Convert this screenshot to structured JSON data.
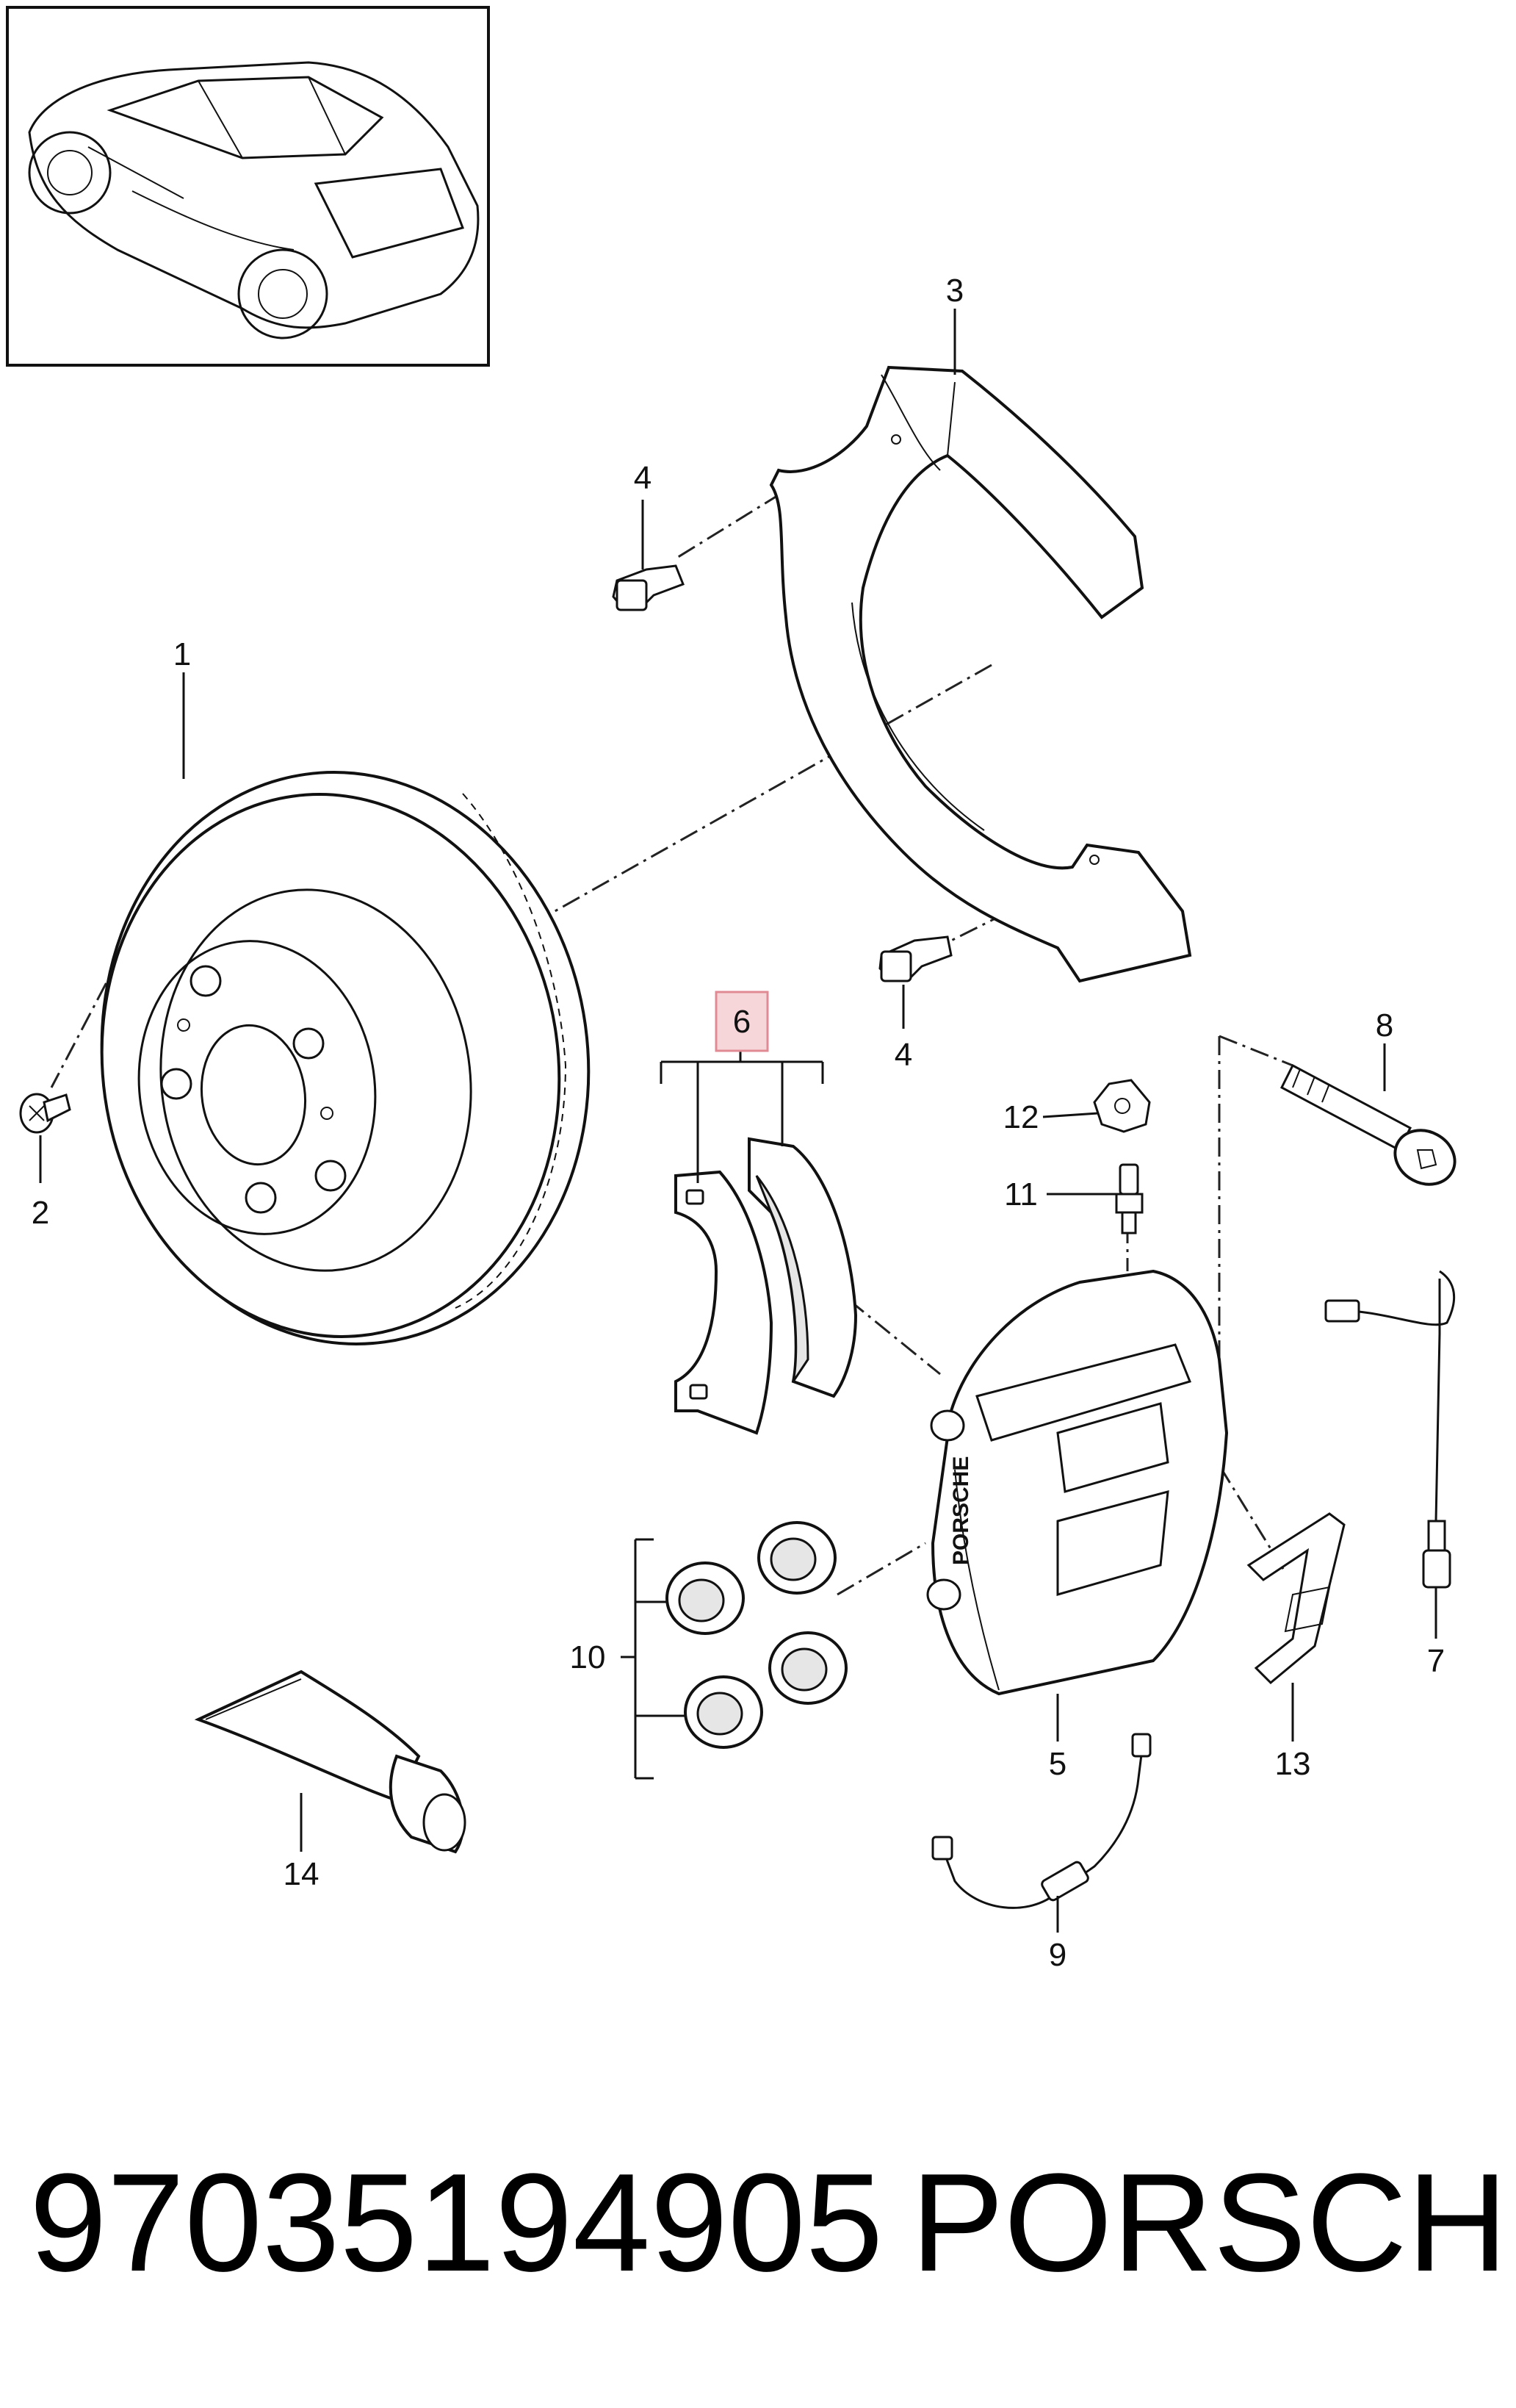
{
  "callouts": {
    "c1": "1",
    "c2": "2",
    "c3": "3",
    "c4a": "4",
    "c4b": "4",
    "c5": "5",
    "c6": "6",
    "c7": "7",
    "c8": "8",
    "c9": "9",
    "c10": "10",
    "c11": "11",
    "c12": "12",
    "c13": "13",
    "c14": "14"
  },
  "highlighted_callout_color": "#f7d6da",
  "highlighted_callout_border": "#e08a94",
  "footer": {
    "part_number": "97035194905",
    "brand": "PORSCHE"
  }
}
